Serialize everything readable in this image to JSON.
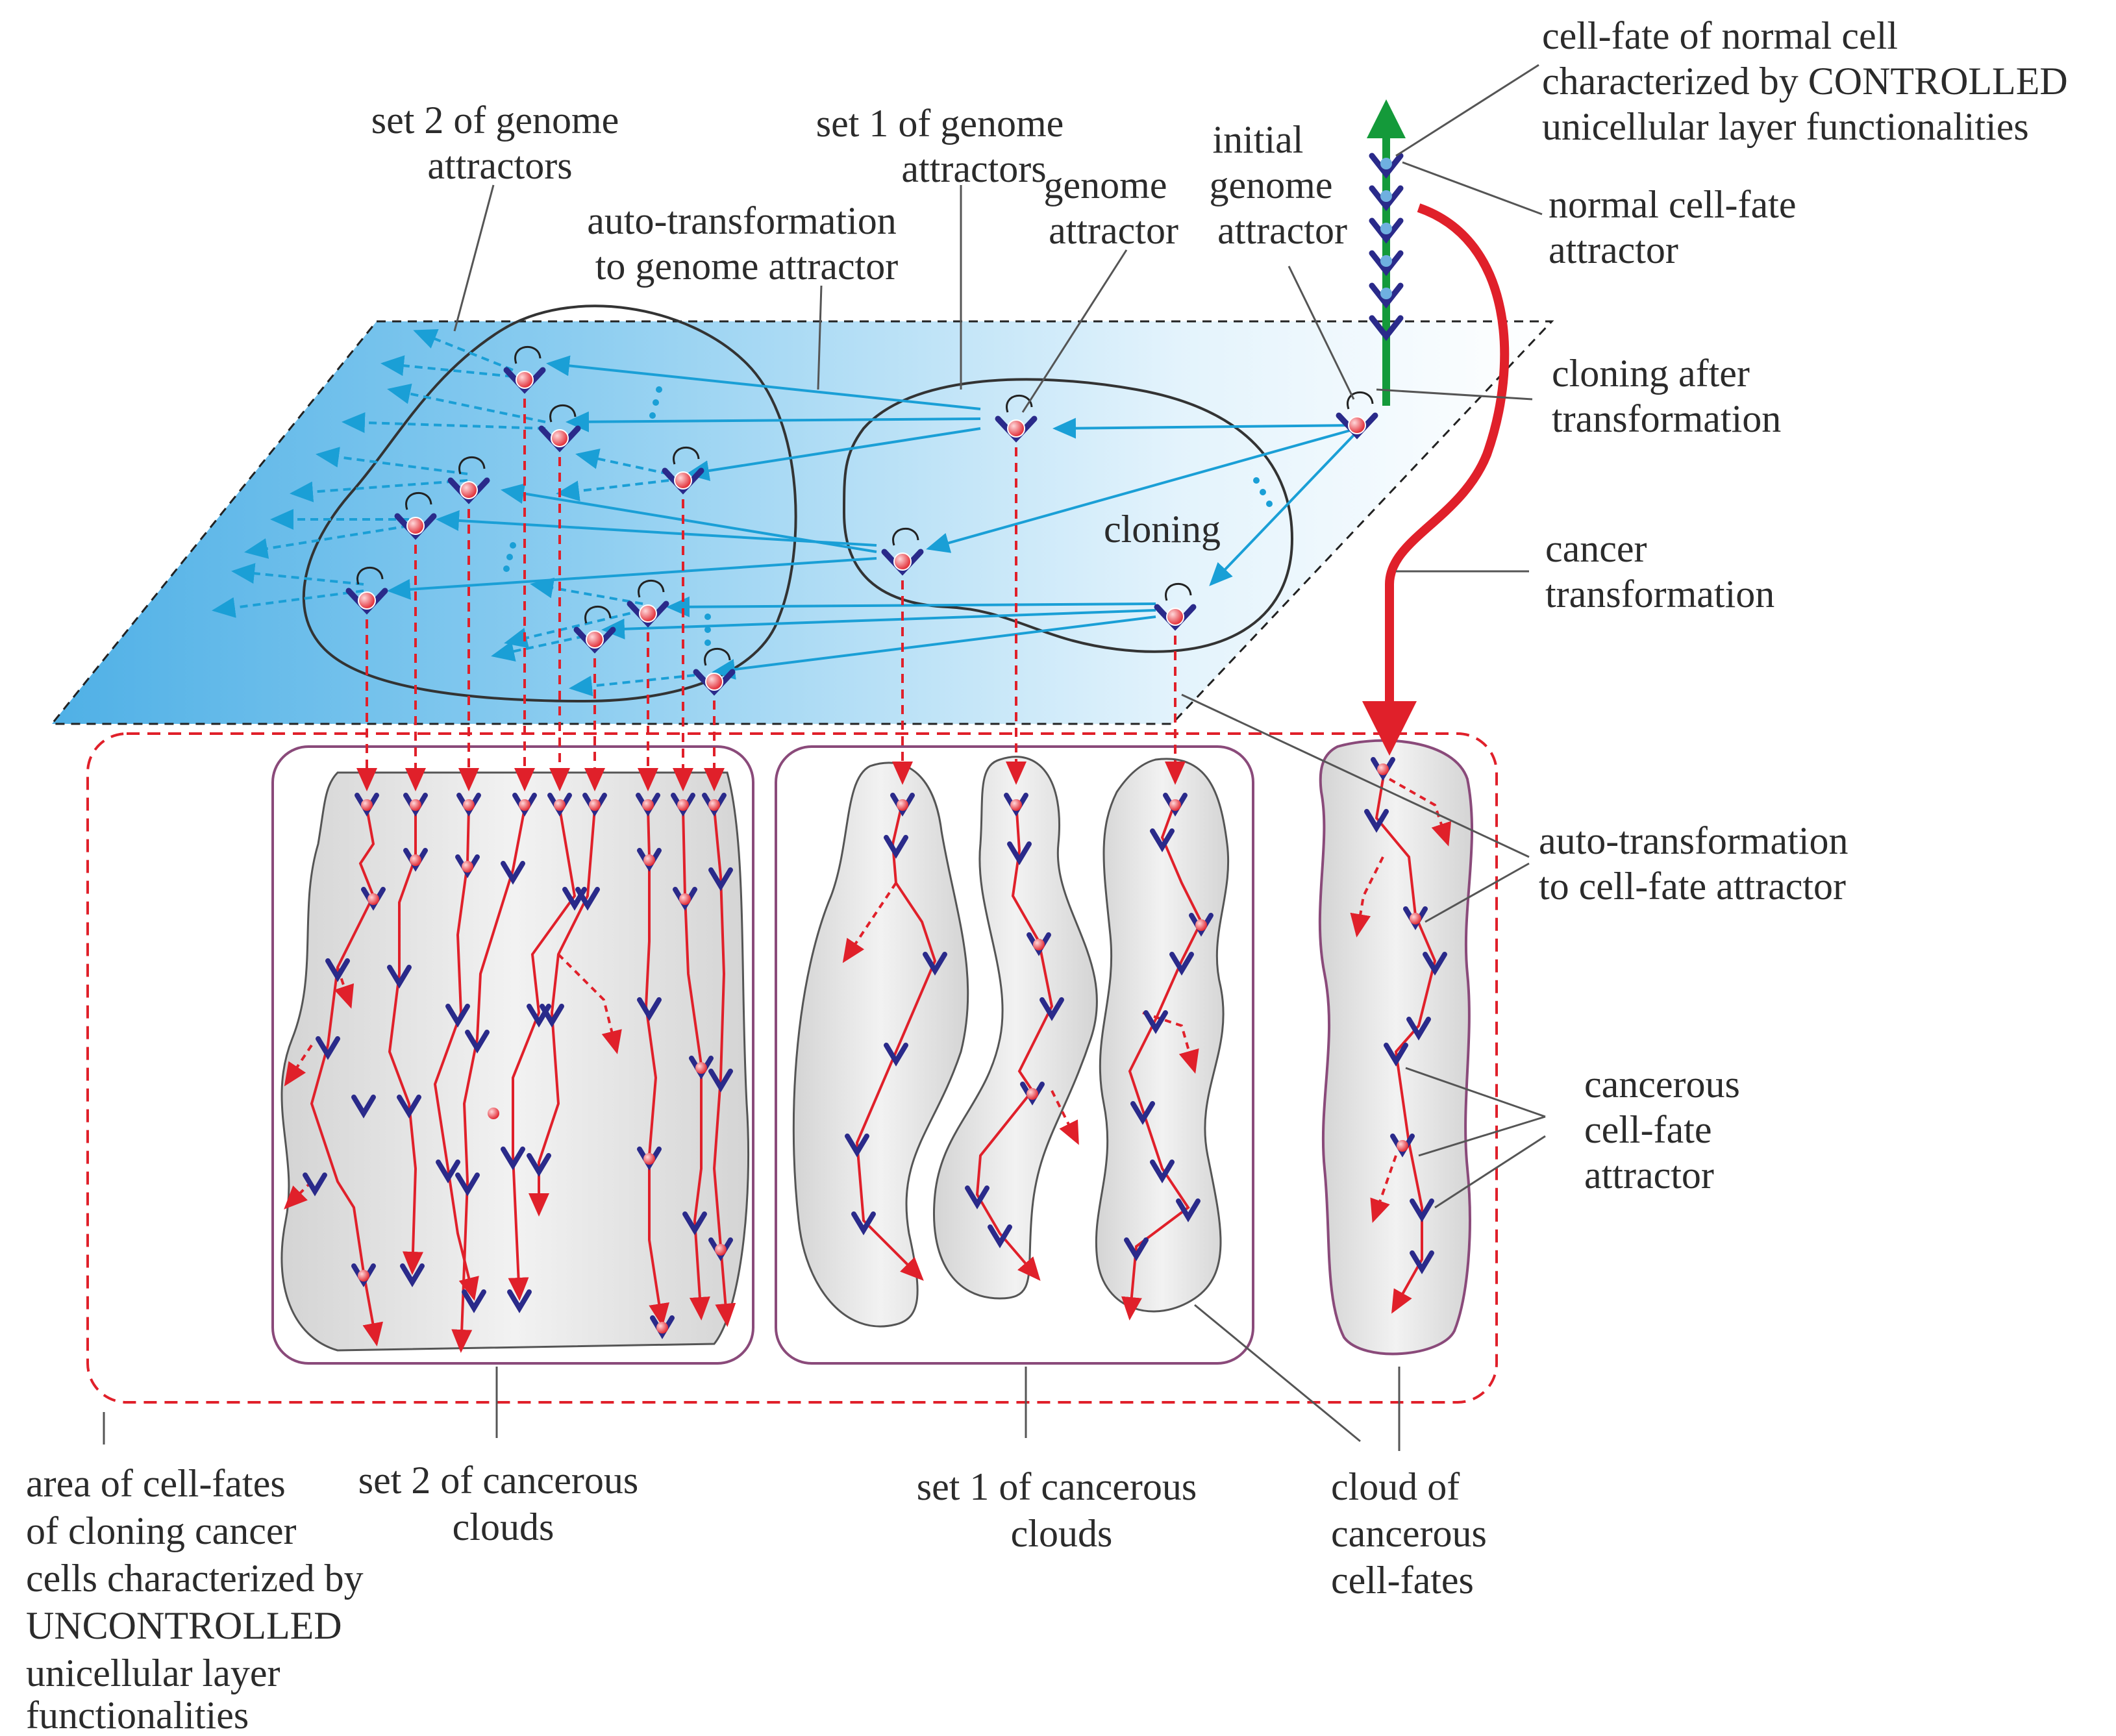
{
  "labels": {
    "set2_genome": [
      "set 2 of genome",
      "attractors"
    ],
    "set1_genome": [
      "set 1 of genome",
      "attractors"
    ],
    "auto_transform_genome": [
      "auto-transformation",
      "to genome attractor"
    ],
    "genome_attractor": [
      "genome",
      "attractor"
    ],
    "initial_genome": [
      "initial",
      "genome",
      "attractor"
    ],
    "normal_cell_fate": [
      "cell-fate of normal cell",
      "characterized by CONTROLLED",
      "unicellular layer functionalities"
    ],
    "normal_attractor": [
      "normal cell-fate",
      "attractor"
    ],
    "cloning_after": [
      "cloning after",
      "transformation"
    ],
    "cloning": [
      "cloning"
    ],
    "cancer_transformation": [
      "cancer",
      "transformation"
    ],
    "auto_transform_cellfate": [
      "auto-transformation",
      "to cell-fate attractor"
    ],
    "cancerous_attractor": [
      "cancerous",
      "cell-fate",
      "attractor"
    ],
    "area_uncontrolled": [
      "area of cell-fates",
      "of cloning cancer",
      "cells characterized by",
      "UNCONTROLLED",
      "unicellular layer",
      "functionalities"
    ],
    "set2_clouds": [
      "set 2 of cancerous",
      "clouds"
    ],
    "set1_clouds": [
      "set 1 of cancerous",
      "clouds"
    ],
    "cloud_cellfates": [
      "cloud of",
      "cancerous",
      "cell-fates"
    ]
  },
  "colors": {
    "plane_blue": "#5bb8e8",
    "cyan_arrow": "#1a9fd6",
    "red": "#e0202a",
    "green": "#149a3a",
    "navy": "#2a2a8a",
    "cloud_gray": "#e6e6e6",
    "purple_box": "#8a4a7a"
  }
}
